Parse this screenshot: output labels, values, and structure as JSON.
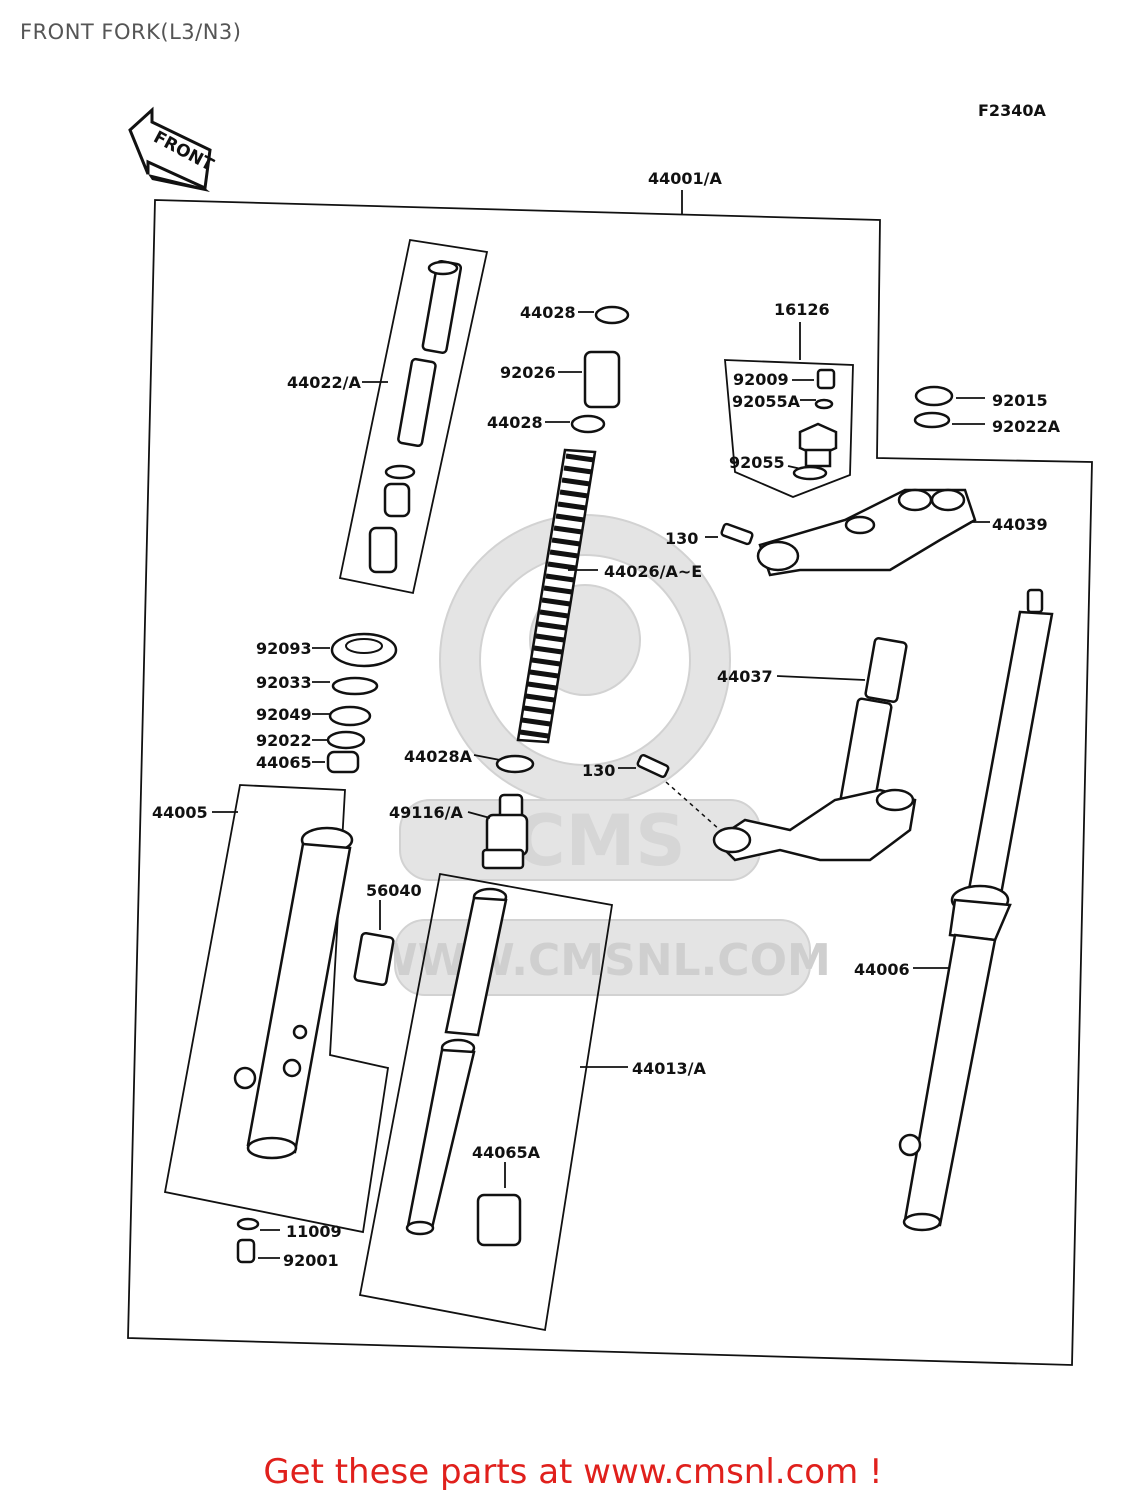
{
  "page": {
    "title": "FRONT FORK(L3/N3)",
    "footer": "Get these parts at www.cmsnl.com !"
  },
  "diagram": {
    "figure_code": "F2340A",
    "front_arrow": "FRONT",
    "watermark_brand": "CMS",
    "watermark_url": "WWW.CMSNL.COM",
    "parts": {
      "p44001A": "44001/A",
      "p44022A": "44022/A",
      "p44028_top": "44028",
      "p92026": "92026",
      "p44028_mid": "44028",
      "p16126": "16126",
      "p92009": "92009",
      "p92055A": "92055A",
      "p92055": "92055",
      "p92015": "92015",
      "p92022A": "92022A",
      "p44039": "44039",
      "p130_top": "130",
      "p44026": "44026/A~E",
      "p92093": "92093",
      "p92033": "92033",
      "p92049": "92049",
      "p92022": "92022",
      "p44065": "44065",
      "p44037": "44037",
      "p44028A": "44028A",
      "p130_mid": "130",
      "p44005": "44005",
      "p49116A": "49116/A",
      "p56040": "56040",
      "p44006": "44006",
      "p44013A": "44013/A",
      "p44065A": "44065A",
      "p11009": "11009",
      "p92001": "92001"
    }
  }
}
